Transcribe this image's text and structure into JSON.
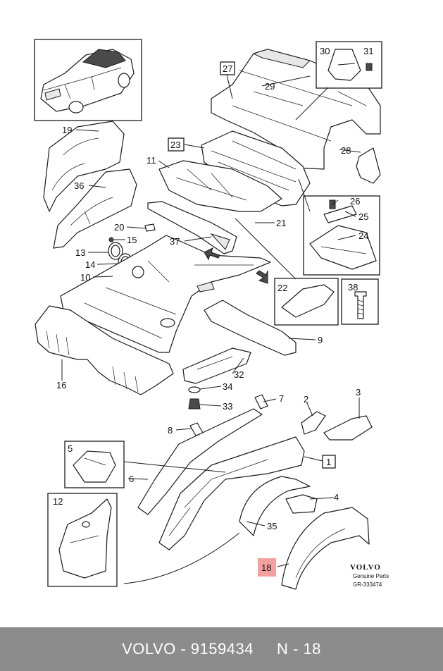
{
  "diagram": {
    "callouts": [
      "1",
      "2",
      "3",
      "4",
      "5",
      "6",
      "7",
      "8",
      "9",
      "10",
      "11",
      "12",
      "13",
      "14",
      "15",
      "16",
      "18",
      "19",
      "20",
      "21",
      "22",
      "23",
      "24",
      "25",
      "26",
      "27",
      "28",
      "29",
      "30",
      "31",
      "32",
      "33",
      "34",
      "35",
      "36",
      "37",
      "38"
    ],
    "highlight_callout": "18",
    "highlight_color": "#f4a0a0"
  },
  "brand": {
    "logo": "VOLVO",
    "line1": "Genuine Parts",
    "code": "GR-333474"
  },
  "footer": {
    "text": "VOLVO - 9159434     N - 18",
    "background": "#8c8c8c"
  }
}
